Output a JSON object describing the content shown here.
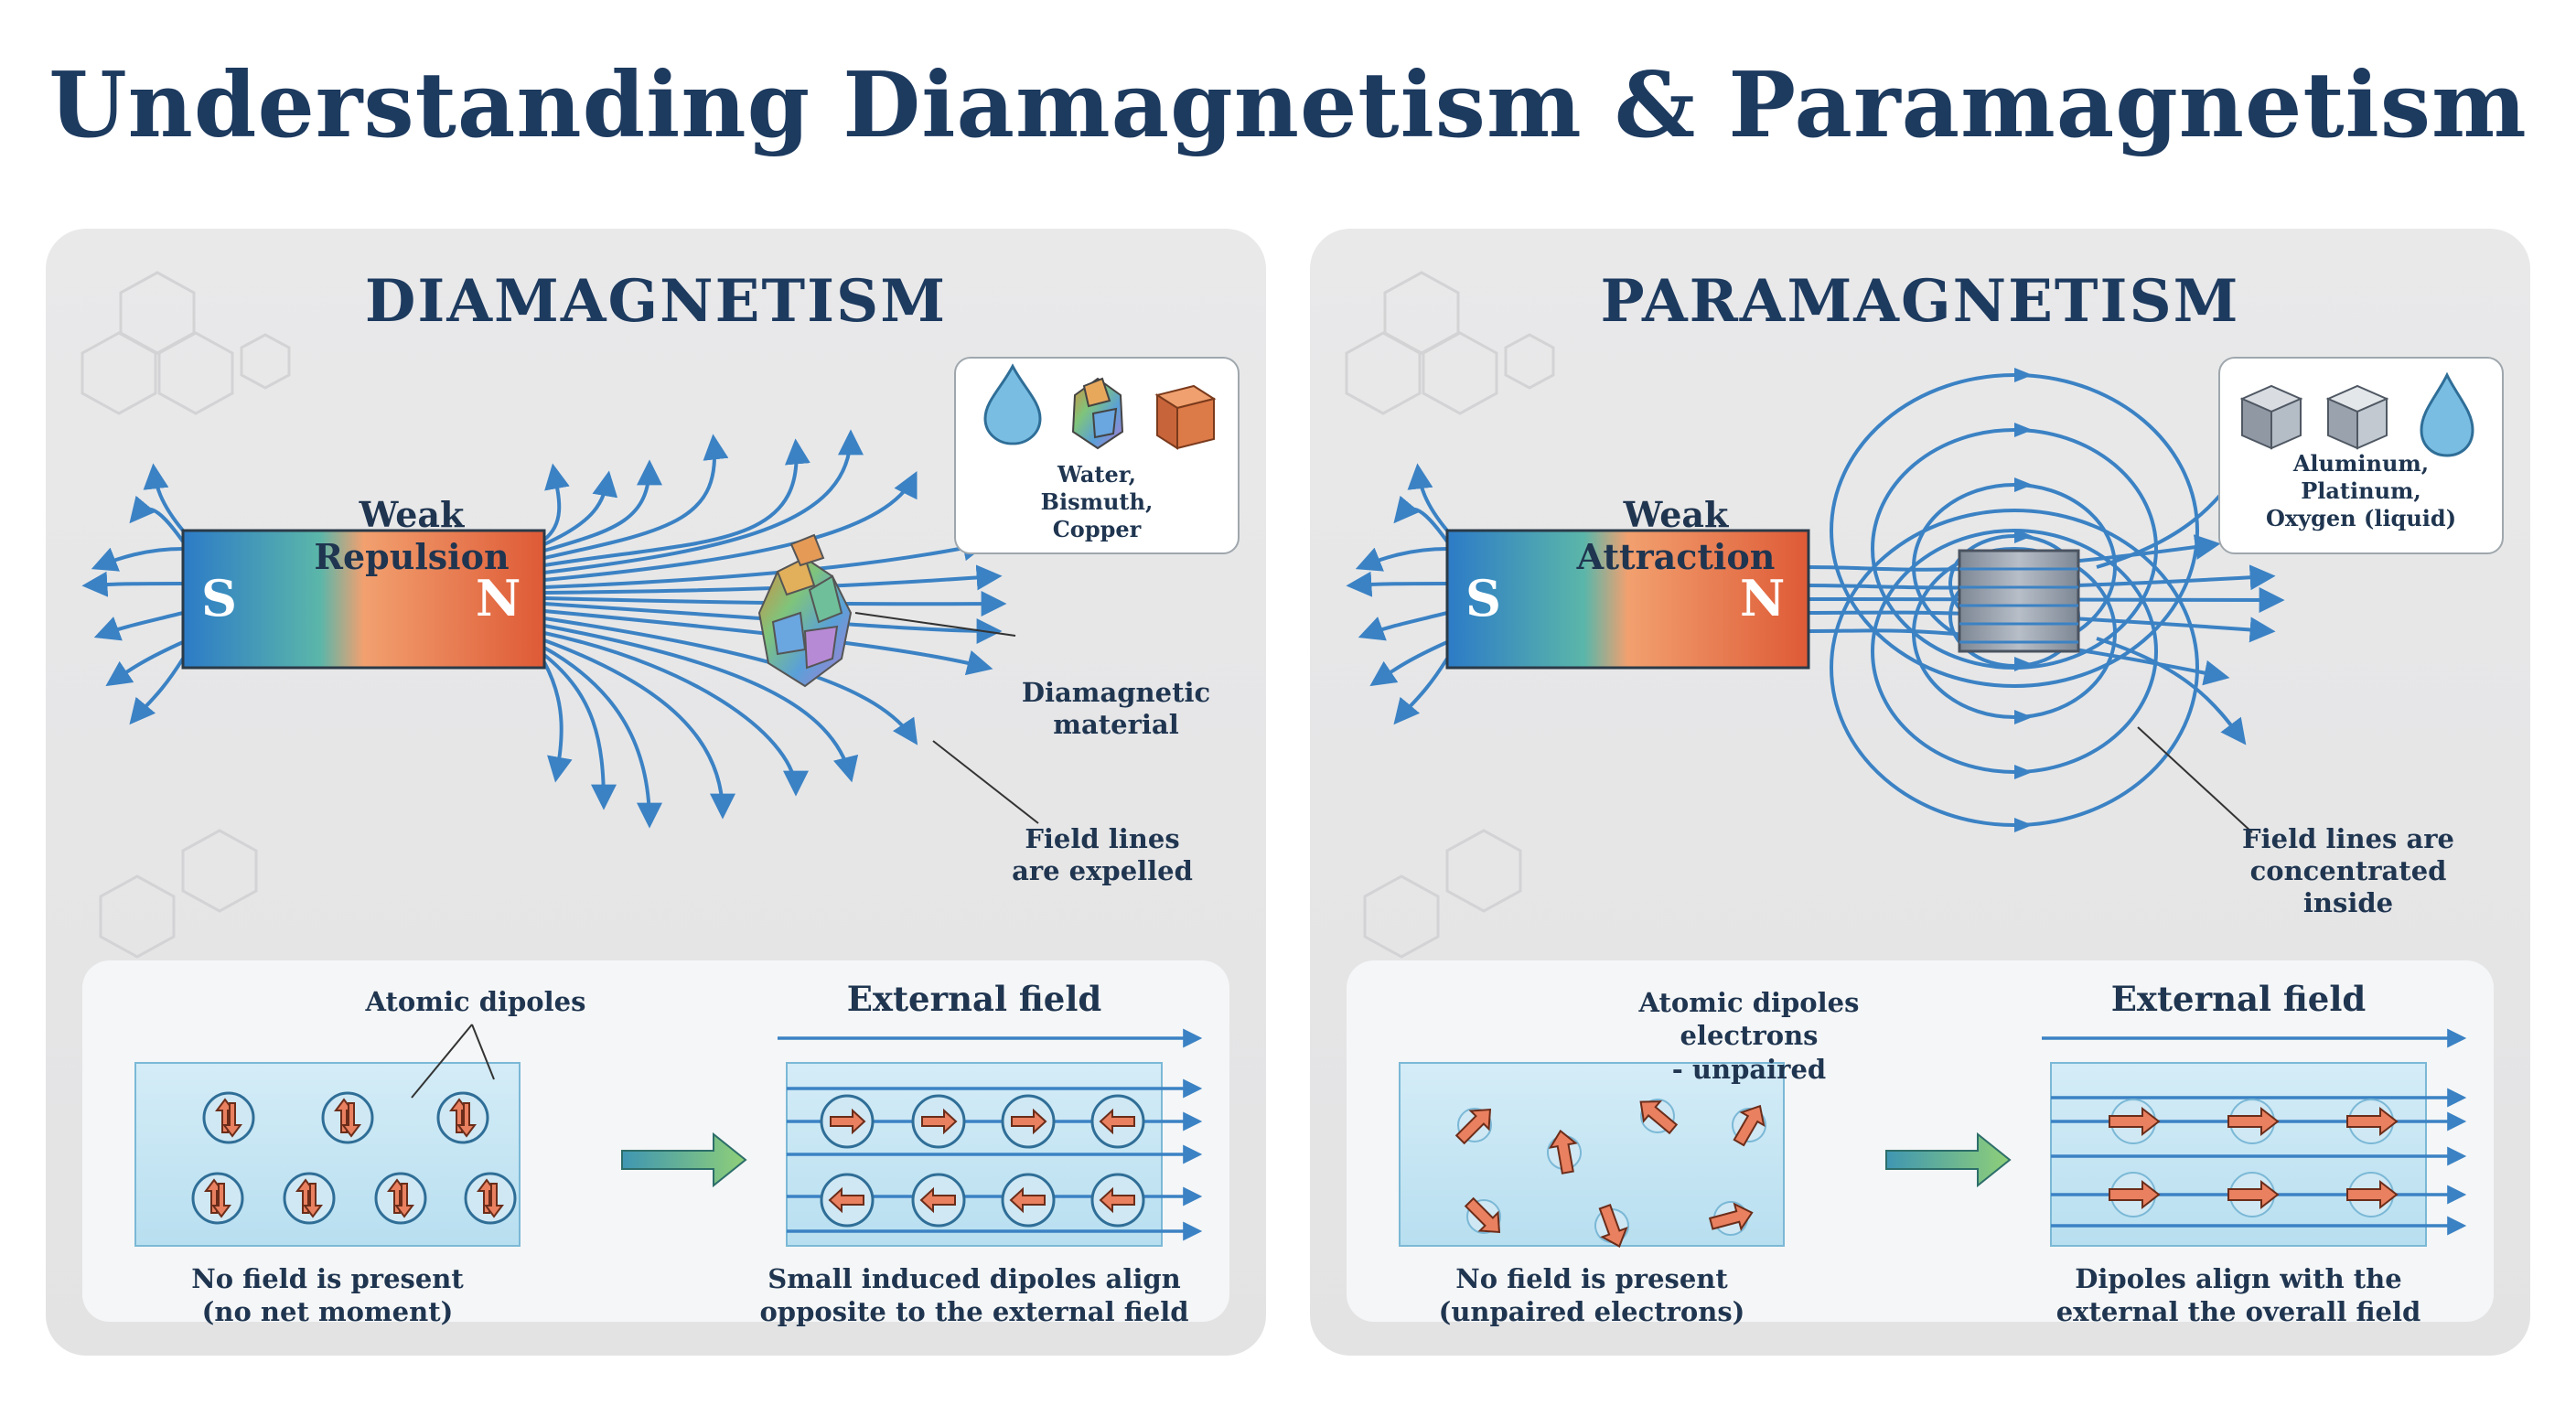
{
  "title": "Understanding Diamagnetism & Paramagnetism",
  "diamagnetism": {
    "heading": "DIAMAGNETISM",
    "effect": "Weak\nRepulsion",
    "magnet": {
      "south": "S",
      "north": "N"
    },
    "examples_text": "Water,\nBismuth,\nCopper",
    "examples_icons": [
      "water-drop-icon",
      "bismuth-crystal-icon",
      "copper-cube-icon"
    ],
    "material_label": "Diamagnetic\nmaterial",
    "field_label": "Field lines\nare expelled",
    "bottom": {
      "dipoles_label": "Atomic dipoles",
      "field_title": "External field",
      "left_caption": "No field is present\n(no net moment)",
      "right_caption": "Small induced dipoles align\nopposite to the external field"
    }
  },
  "paramagnetism": {
    "heading": "PARAMAGNETISM",
    "effect": "Weak\nAttraction",
    "magnet": {
      "south": "S",
      "north": "N"
    },
    "examples_text": "Aluminum,\nPlatinum,\nOxygen (liquid)",
    "examples_icons": [
      "aluminum-cube-icon",
      "platinum-cube-icon",
      "oxygen-drop-icon"
    ],
    "field_label": "Field lines are\nconcentrated inside",
    "bottom": {
      "dipoles_label": "Atomic dipoles electrons\n- unpaired",
      "field_title": "External field",
      "left_caption": "No field is present\n(unpaired electrons)",
      "right_caption": "Dipoles align with the\nexternal  the overall field"
    }
  },
  "colors": {
    "title": "#1d3a5f",
    "field_line": "#3b82c4",
    "magnet_south": "#2f7fc8",
    "magnet_north": "#e0603a",
    "dipole_arrow": "#e9805f",
    "panel_bg": "#e6e6e7"
  }
}
